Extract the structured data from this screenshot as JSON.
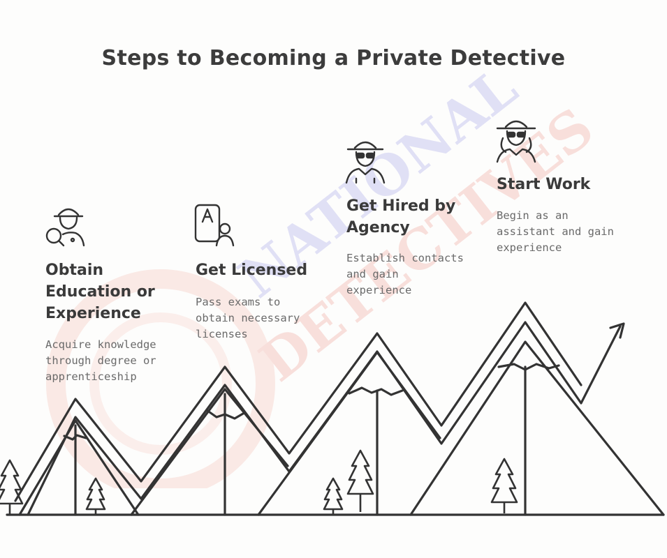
{
  "title": "Steps to Becoming a Private Detective",
  "steps": [
    {
      "title": "Obtain Education or Experience",
      "title_lines": [
        "Obtain",
        "Education or",
        "Experience"
      ],
      "description_lines": [
        "Acquire knowledge",
        "through degree or",
        "apprenticeship"
      ],
      "icon": "detective-magnifier-icon"
    },
    {
      "title": "Get Licensed",
      "title_lines": [
        "Get Licensed"
      ],
      "description_lines": [
        "Pass exams to",
        "obtain necessary",
        "licenses"
      ],
      "icon": "license-card-icon"
    },
    {
      "title": "Get Hired by Agency",
      "title_lines": [
        "Get Hired by",
        "Agency"
      ],
      "description_lines": [
        "Establish contacts",
        "and gain",
        "experience"
      ],
      "icon": "agent-hat-icon"
    },
    {
      "title": "Start Work",
      "title_lines": [
        "Start Work"
      ],
      "description_lines": [
        "Begin as an",
        "assistant and gain",
        "experience"
      ],
      "icon": "detective-hat-icon"
    }
  ],
  "watermark": {
    "line1": "NATIONAL",
    "line2": "DETECTIVES",
    "color_blue": "#c9c9ee",
    "color_red": "#f6cfc8"
  },
  "colors": {
    "stroke": "#333333",
    "text": "#3a3a3a",
    "muted": "#6a6a6a"
  }
}
